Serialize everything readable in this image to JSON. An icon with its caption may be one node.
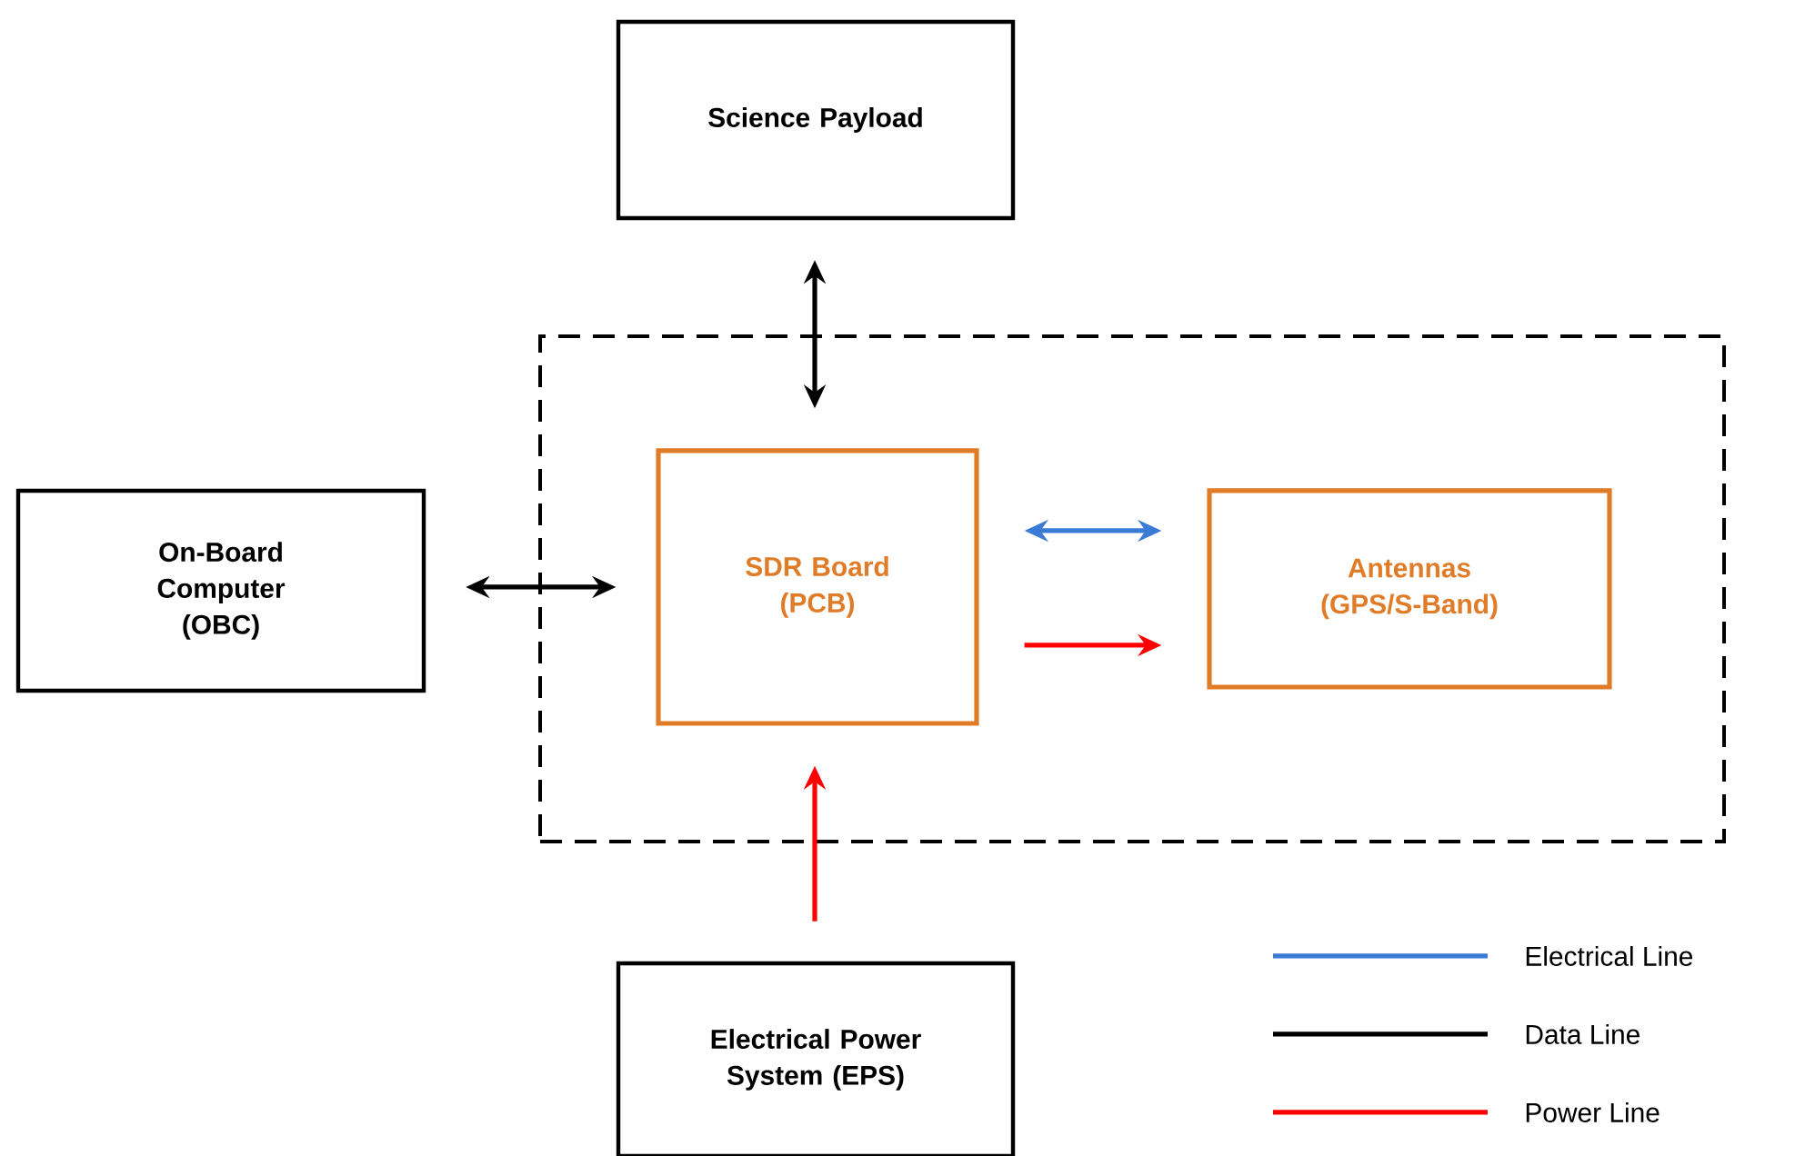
{
  "diagram": {
    "nodes": [
      {
        "text": [
          "Science Payload"
        ]
      },
      {
        "text": [],
        "shape": "box"
      },
      {
        "text": [
          "On-Board Computer (OBC)"
        ]
      },
      {
        "text": [
          "SDR Board (PCB)"
        ],
        "in": 1
      },
      {
        "text": [
          "Antennas (GPS/S-Band)"
        ],
        "in": 1
      },
      {
        "text": [
          "Electrical Power System (EPS)"
        ]
      }
    ],
    "edges": [
      {
        "from": 0,
        "to": 3,
        "arrow": "both"
      },
      {
        "from": 2,
        "to": 3,
        "arrow": "both"
      },
      {
        "from": 3,
        "to": 4,
        "arrow": "both",
        "color": "#3a7bd5"
      },
      {
        "from": 3,
        "to": 4,
        "arrow": "to",
        "color": "#ff0000"
      },
      {
        "from": 5,
        "to": 3,
        "arrow": "to",
        "color": "#ff0000"
      }
    ],
    "legend": [
      {
        "text": "Electrical Line"
      },
      {
        "text": "Data Line"
      },
      {
        "text": "Power Line"
      }
    ]
  }
}
